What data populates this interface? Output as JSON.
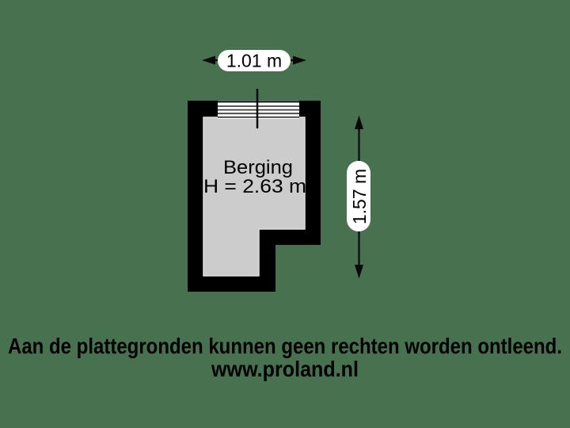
{
  "colors": {
    "background": "#48714f",
    "wall": "#000000",
    "floor": "#cccccc",
    "floor_outline": "#dedede",
    "pill": "#ffffff",
    "window_pane": "#ffffff",
    "window_line": "#404040",
    "dimension_line": "#0a0a0a"
  },
  "floorplan": {
    "room": {
      "name": "Berging",
      "height_label": "H = 2.63 m"
    }
  },
  "dimensions": {
    "width_label": "1.01 m",
    "height_label": "1.57 m"
  },
  "footer": {
    "disclaimer": "Aan de plattegronden kunnen geen rechten worden ontleend.",
    "website": "www.proland.nl"
  }
}
